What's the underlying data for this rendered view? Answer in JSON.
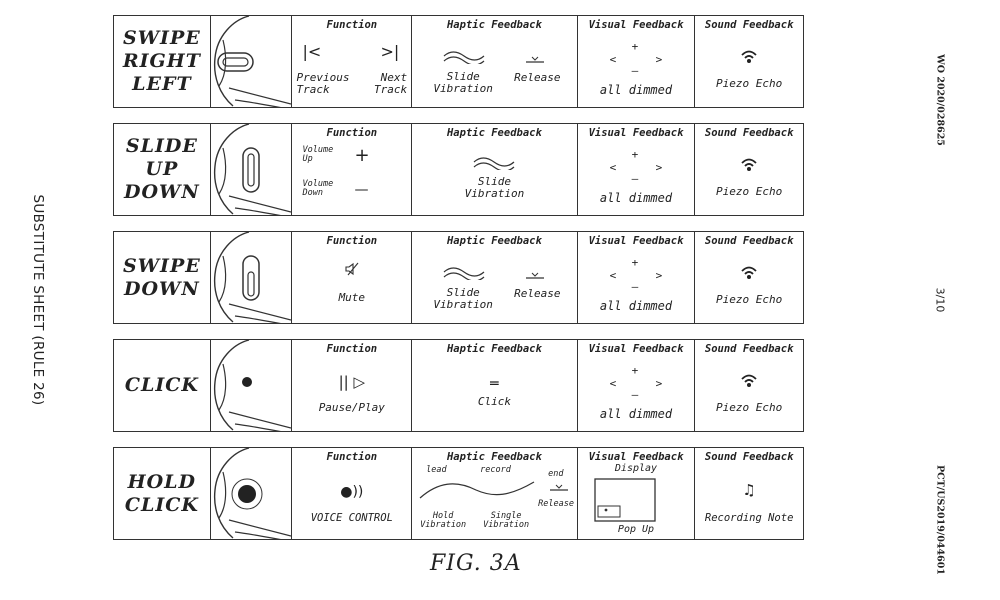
{
  "page": {
    "left_margin_text": "SUBSTITUTE SHEET (RULE 26)",
    "pub_number": "WO 2020/028625",
    "sheet_number": "3/10",
    "app_number": "PCT/US2019/044601",
    "figure_caption": "FIG. 3A"
  },
  "headers": {
    "function": "Function",
    "haptic": "Haptic Feedback",
    "visual": "Visual Feedback",
    "sound": "Sound Feedback"
  },
  "rows": [
    {
      "gesture": "SWIPE\nRIGHT\nLEFT",
      "ear_icon": "ear-horizontal-slot-icon",
      "function": {
        "left_label": "Previous\nTrack",
        "right_label": "Next\nTrack",
        "left_glyph": "|<",
        "right_glyph": ">|"
      },
      "haptic": {
        "left_label": "Slide\nVibration",
        "right_label": "Release"
      },
      "visual": {
        "plus": "+",
        "minus": "–",
        "left": "<",
        "right": ">",
        "label": "all dimmed"
      },
      "sound": {
        "icon": "sound-wave-icon",
        "label": "Piezo Echo"
      }
    },
    {
      "gesture": "SLIDE\nUP\nDOWN",
      "ear_icon": "ear-vertical-slot-icon",
      "function": {
        "up_label": "Volume\nUp",
        "down_label": "Volume\nDown",
        "up_glyph": "+",
        "down_glyph": "—"
      },
      "haptic": {
        "center_label": "Slide\nVibration"
      },
      "visual": {
        "plus": "+",
        "minus": "–",
        "left": "<",
        "right": ">",
        "label": "all dimmed"
      },
      "sound": {
        "icon": "sound-wave-icon",
        "label": "Piezo Echo"
      }
    },
    {
      "gesture": "SWIPE\nDOWN",
      "ear_icon": "ear-vertical-slot-bottom-icon",
      "function": {
        "glyph": "🔇",
        "label": "Mute"
      },
      "haptic": {
        "left_label": "Slide\nVibration",
        "right_label": "Release"
      },
      "visual": {
        "plus": "+",
        "minus": "–",
        "left": "<",
        "right": ">",
        "label": "all dimmed"
      },
      "sound": {
        "icon": "sound-wave-icon",
        "label": "Piezo Echo"
      }
    },
    {
      "gesture": "CLICK",
      "ear_icon": "ear-dot-icon",
      "function": {
        "glyph": "|| ▷",
        "label": "Pause/Play"
      },
      "haptic": {
        "glyph": "═",
        "label": "Click"
      },
      "visual": {
        "plus": "+",
        "minus": "–",
        "left": "<",
        "right": ">",
        "label": "all dimmed"
      },
      "sound": {
        "icon": "sound-wave-icon",
        "label": "Piezo Echo"
      }
    },
    {
      "gesture": "HOLD\nCLICK",
      "ear_icon": "ear-large-dot-icon",
      "function": {
        "glyph": "●))",
        "label": "VOICE CONTROL"
      },
      "haptic": {
        "lead": "lead",
        "record": "record",
        "end": "end",
        "hold": "Hold\nVibration",
        "single": "Single\nVibration",
        "release": "Release"
      },
      "visual": {
        "display": "Display",
        "label": "Pop Up"
      },
      "sound": {
        "icon": "music-note-icon",
        "glyph": "♫",
        "label": "Recording Note"
      }
    }
  ]
}
